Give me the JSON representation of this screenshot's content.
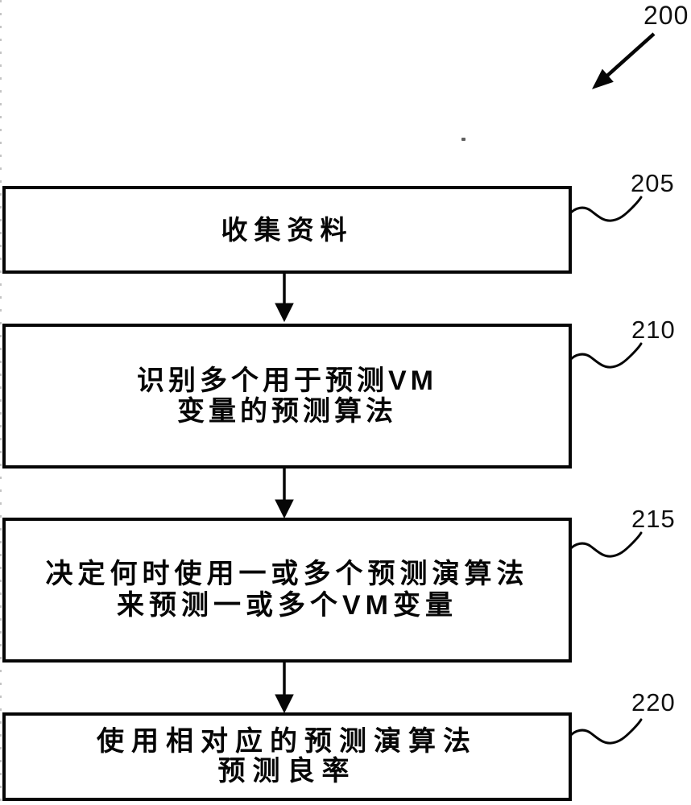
{
  "figure": {
    "figure_label": "200",
    "background_color": "#ffffff",
    "line_color": "#060606",
    "steps": [
      {
        "ref": "205",
        "line1": "收集资料"
      },
      {
        "ref": "210",
        "line1": "识别多个用于预测VM",
        "line2": "变量的预测算法"
      },
      {
        "ref": "215",
        "line1": "决定何时使用一或多个预测演算法",
        "line2": "来预测一或多个VM变量"
      },
      {
        "ref": "220",
        "line1": "使用相对应的预测演算法",
        "line2": "预测良率"
      }
    ]
  }
}
